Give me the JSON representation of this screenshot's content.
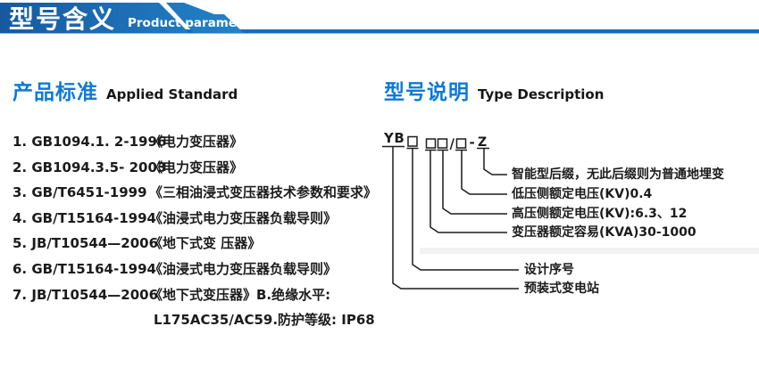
{
  "header": {
    "title": "型号含义",
    "subtitle": "Product parameters",
    "bar_color": "#1a6cb4",
    "gradient_start": "#17599f",
    "gradient_end": "#2384ca"
  },
  "applied_standard": {
    "heading_cn": "产品标准",
    "heading_en": "Applied Standard",
    "accent_color": "#0e7ad6",
    "items": [
      {
        "code": "1. GB1094.1. 2-1996",
        "title": "《电力变压器》"
      },
      {
        "code": "2. GB1094.3.5- 2003",
        "title": "《电力变压器》"
      },
      {
        "code": "3. GB/T6451-1999",
        "title": "《三相油浸式变压器技术参数和要求》"
      },
      {
        "code": "4. GB/T15164-1994",
        "title": "《油浸式电力变压器负载导则》"
      },
      {
        "code": "5. JB/T10544—2006",
        "title": "《地下式变 压器》"
      },
      {
        "code": "6. GB/T15164-1994",
        "title": "《油浸式电力变压器负载导则》"
      },
      {
        "code": "7. JB/T10544—2006",
        "title": "《地下式变压器》B.绝缘水平:"
      }
    ],
    "continuation": "L175AC35/AC59.防护等级: IP68"
  },
  "type_description": {
    "heading_cn": "型号说明",
    "heading_en": "Type Description",
    "code": {
      "prefix": "YB",
      "slash": "/",
      "dash": "-",
      "suffix": "Z"
    },
    "labels": [
      "智能型后缀，无此后缀则为普通地埋变",
      "低压侧额定电压(KV)0.4",
      "高压侧额定电压(KV):6.3、12",
      "变压器额定容易(KVA)30-1000",
      "设计序号",
      "预装式变电站"
    ]
  }
}
